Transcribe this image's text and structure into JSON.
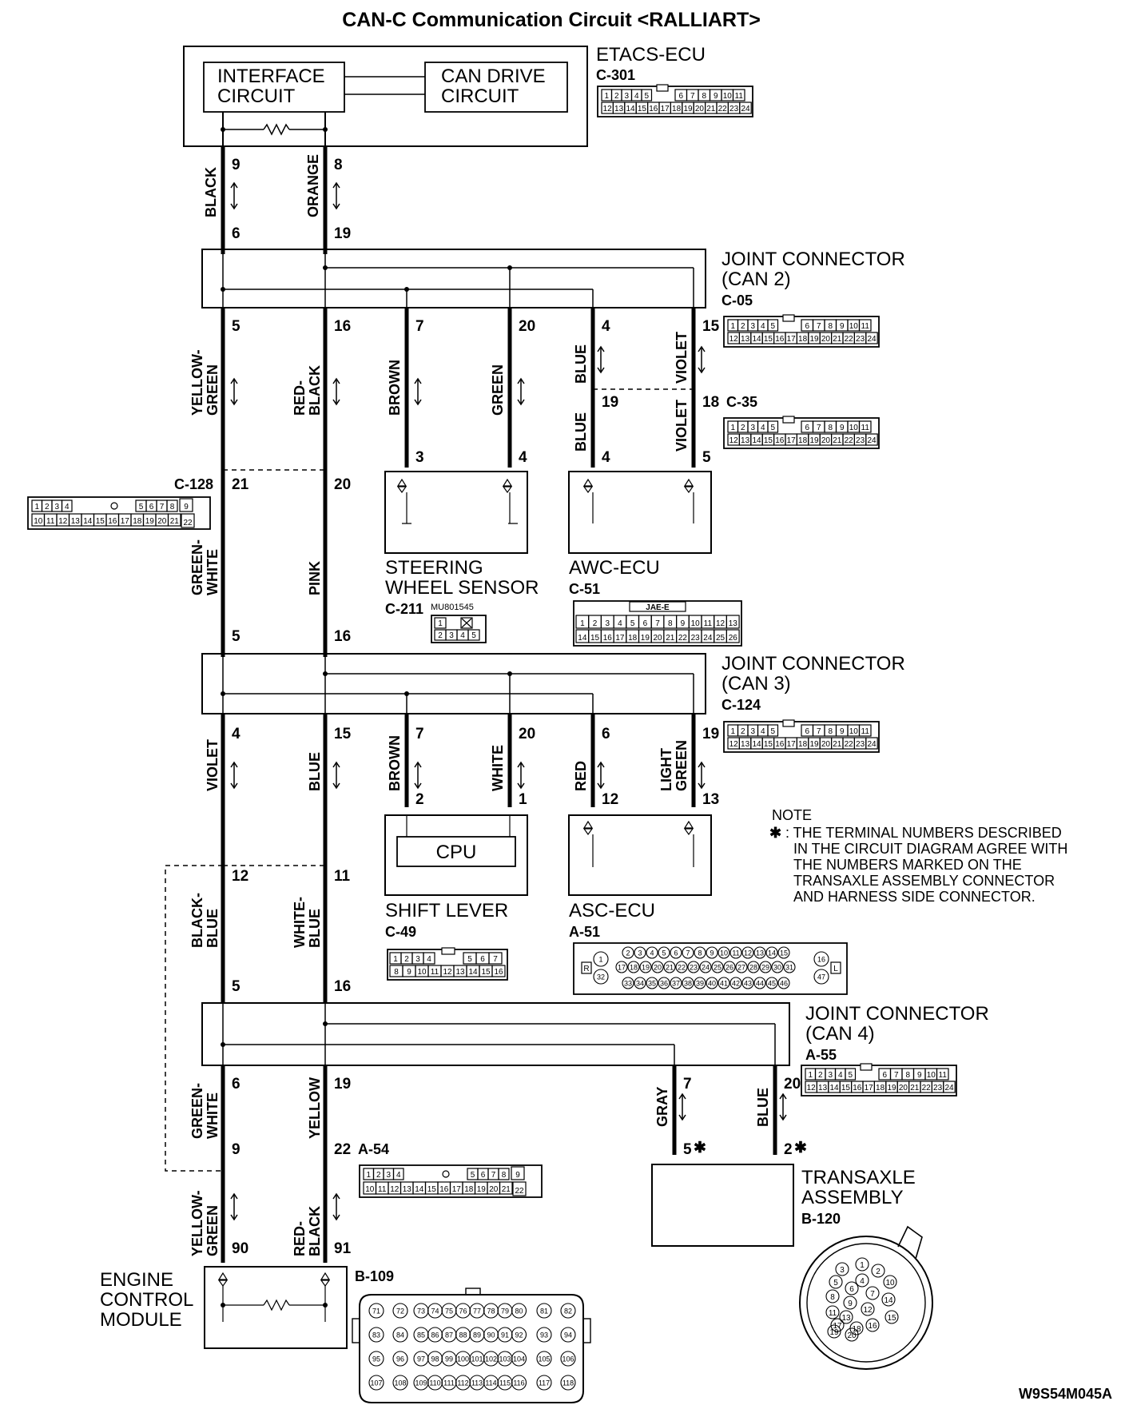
{
  "title": "CAN-C Communication Circuit <RALLIART>",
  "code": "W9S54M045A",
  "components": {
    "etacs": {
      "name": "ETACS-ECU",
      "conn": "C-301",
      "blocks": [
        "INTERFACE",
        "CIRCUIT",
        "CAN DRIVE",
        "CIRCUIT"
      ]
    },
    "jc2": {
      "name_l1": "JOINT CONNECTOR",
      "name_l2": "(CAN 2)",
      "conn": "C-05"
    },
    "c35": "C-35",
    "c128": "C-128",
    "sws": {
      "name_l1": "STEERING",
      "name_l2": "WHEEL SENSOR",
      "conn": "C-211",
      "part": "MU801545"
    },
    "awc": {
      "name": "AWC-ECU",
      "conn": "C-51",
      "tag": "JAE-E"
    },
    "jc3": {
      "name_l1": "JOINT CONNECTOR",
      "name_l2": "(CAN 3)",
      "conn": "C-124"
    },
    "shift": {
      "name": "SHIFT LEVER",
      "conn": "C-49",
      "cpu": "CPU"
    },
    "asc": {
      "name": "ASC-ECU",
      "conn": "A-51"
    },
    "jc4": {
      "name_l1": "JOINT CONNECTOR",
      "name_l2": "(CAN 4)",
      "conn": "A-55"
    },
    "a54": "A-54",
    "tra": {
      "name_l1": "TRANSAXLE",
      "name_l2": "ASSEMBLY",
      "conn": "B-120"
    },
    "ecm": {
      "name_l1": "ENGINE",
      "name_l2": "CONTROL",
      "name_l3": "MODULE",
      "conn": "B-109"
    }
  },
  "note": {
    "heading": "NOTE",
    "star": "✱",
    "lines": [
      ": THE TERMINAL NUMBERS DESCRIBED",
      "IN THE CIRCUIT DIAGRAM AGREE WITH",
      "THE NUMBERS MARKED ON THE",
      "TRANSAXLE ASSEMBLY CONNECTOR",
      "AND HARNESS SIDE CONNECTOR."
    ]
  },
  "wires": {
    "black": "BLACK",
    "orange": "ORANGE",
    "yellow_green": [
      "YELLOW-",
      "GREEN"
    ],
    "red_black": [
      "RED-",
      "BLACK"
    ],
    "brown": "BROWN",
    "green": "GREEN",
    "blue": "BLUE",
    "violet": "VIOLET",
    "green_white": [
      "GREEN-",
      "WHITE"
    ],
    "pink": "PINK",
    "white": "WHITE",
    "red": "RED",
    "light_green": [
      "LIGHT",
      "GREEN"
    ],
    "black_blue": [
      "BLACK-",
      "BLUE"
    ],
    "white_blue": [
      "WHITE-",
      "BLUE"
    ],
    "yellow": "YELLOW",
    "gray": "GRAY"
  },
  "pins": {
    "p9": "9",
    "p8": "8",
    "p6": "6",
    "p19": "19",
    "p5": "5",
    "p16": "16",
    "p7": "7",
    "p20": "20",
    "p4": "4",
    "p15": "15",
    "p18": "18",
    "p3": "3",
    "p21": "21",
    "p2": "2",
    "p1": "1",
    "p12": "12",
    "p13": "13",
    "p11": "11",
    "p22": "22",
    "p5s": "5",
    "p2s": "2",
    "p90": "90",
    "p91": "91",
    "star": "✱"
  },
  "pinrows": {
    "std24_top": [
      "1",
      "2",
      "3",
      "4",
      "5",
      "6",
      "7",
      "8",
      "9",
      "10",
      "11"
    ],
    "std24_bot": [
      "12",
      "13",
      "14",
      "15",
      "16",
      "17",
      "18",
      "19",
      "20",
      "21",
      "22",
      "23",
      "24"
    ],
    "c128_top": [
      "1",
      "2",
      "3",
      "4",
      "5",
      "6",
      "7",
      "8",
      "9"
    ],
    "c128_bot": [
      "10",
      "11",
      "12",
      "13",
      "14",
      "15",
      "16",
      "17",
      "18",
      "19",
      "20",
      "21",
      "22"
    ],
    "c211_top": [
      "1"
    ],
    "c211_bot": [
      "2",
      "3",
      "4",
      "5"
    ],
    "c51_top": [
      "1",
      "2",
      "3",
      "4",
      "5",
      "6",
      "7",
      "8",
      "9",
      "10",
      "11",
      "12",
      "13"
    ],
    "c51_bot": [
      "14",
      "15",
      "16",
      "17",
      "18",
      "19",
      "20",
      "21",
      "22",
      "23",
      "24",
      "25",
      "26"
    ],
    "c49_top": [
      "1",
      "2",
      "3",
      "4",
      "5",
      "6",
      "7"
    ],
    "c49_bot": [
      "8",
      "9",
      "10",
      "11",
      "12",
      "13",
      "14",
      "15",
      "16"
    ],
    "a51_top": [
      "2",
      "3",
      "4",
      "5",
      "6",
      "7",
      "8",
      "9",
      "10",
      "11",
      "12",
      "13",
      "14",
      "15"
    ],
    "a51_mid": [
      "17",
      "18",
      "19",
      "20",
      "21",
      "22",
      "23",
      "24",
      "25",
      "26",
      "27",
      "28",
      "29",
      "30",
      "31"
    ],
    "a51_bot": [
      "33",
      "34",
      "35",
      "36",
      "37",
      "38",
      "39",
      "40",
      "41",
      "42",
      "43",
      "44",
      "45",
      "46"
    ],
    "a51_side": [
      "1",
      "32",
      "16",
      "47"
    ],
    "a51_rl": [
      "R",
      "L"
    ],
    "b120": [
      "1",
      "2",
      "3",
      "4",
      "5",
      "6",
      "7",
      "8",
      "9",
      "10",
      "11",
      "12",
      "13",
      "14",
      "15",
      "16",
      "17",
      "18",
      "19",
      "20"
    ],
    "b109_r1": [
      "71",
      "72",
      "73",
      "74",
      "75",
      "76",
      "77",
      "78",
      "79",
      "80",
      "81",
      "82"
    ],
    "b109_r2": [
      "83",
      "84",
      "85",
      "86",
      "87",
      "88",
      "89",
      "90",
      "91",
      "92",
      "93",
      "94"
    ],
    "b109_r3": [
      "95",
      "96",
      "97",
      "98",
      "99",
      "100",
      "101",
      "102",
      "103",
      "104",
      "105",
      "106"
    ],
    "b109_r4": [
      "107",
      "108",
      "109",
      "110",
      "111",
      "112",
      "113",
      "114",
      "115",
      "116",
      "117",
      "118"
    ]
  }
}
